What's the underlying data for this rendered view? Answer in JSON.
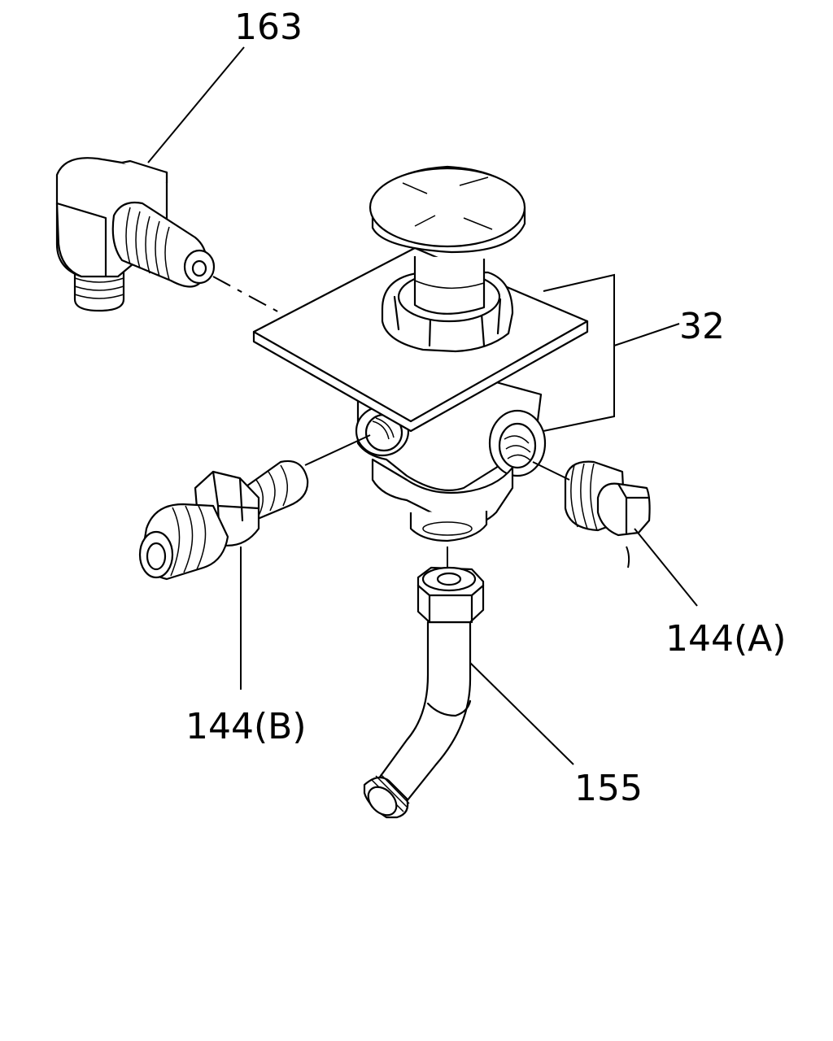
{
  "diagram": {
    "parts": [
      {
        "id": "part-163",
        "label": "163"
      },
      {
        "id": "part-32",
        "label": "32"
      },
      {
        "id": "part-144a",
        "label": "144(A)"
      },
      {
        "id": "part-144b",
        "label": "144(B)"
      },
      {
        "id": "part-155",
        "label": "155"
      }
    ]
  }
}
